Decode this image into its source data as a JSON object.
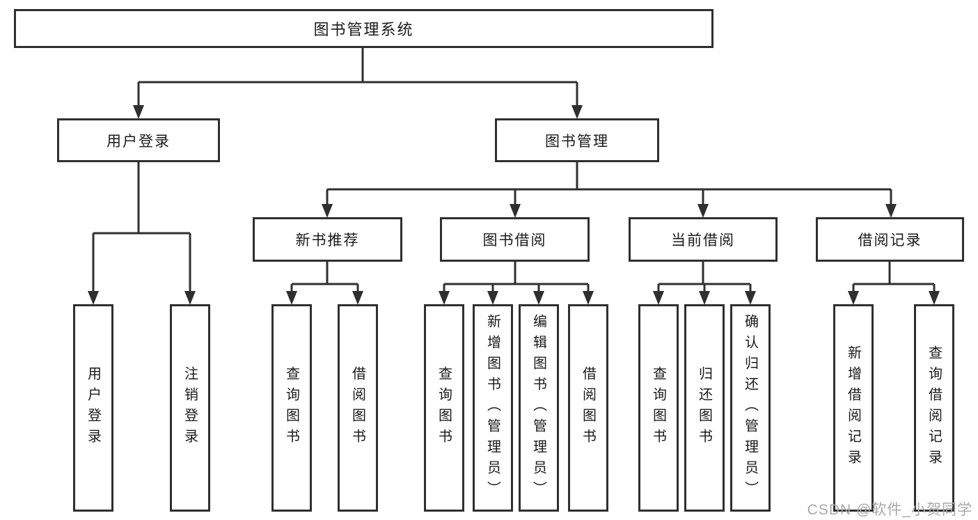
{
  "diagram": {
    "title": "图书管理系统",
    "branches": {
      "user_login": {
        "label": "用户登录",
        "children": [
          {
            "label": "用户登录"
          },
          {
            "label": "注销登录"
          }
        ]
      },
      "book_management": {
        "label": "图书管理",
        "sections": [
          {
            "label": "新书推荐",
            "children": [
              {
                "label": "查询图书"
              },
              {
                "label": "借阅图书"
              }
            ]
          },
          {
            "label": "图书借阅",
            "children": [
              {
                "label": "查询图书"
              },
              {
                "label": "新增图书（管理员）"
              },
              {
                "label": "编辑图书（管理员）"
              },
              {
                "label": "借阅图书"
              }
            ]
          },
          {
            "label": "当前借阅",
            "children": [
              {
                "label": "查询图书"
              },
              {
                "label": "归还图书"
              },
              {
                "label": "确认归还（管理员）"
              }
            ]
          },
          {
            "label": "借阅记录",
            "children": [
              {
                "label": "新增借阅记录"
              },
              {
                "label": "查询借阅记录"
              }
            ]
          }
        ]
      }
    }
  },
  "watermark": {
    "text": "CSDN @软件_小贺同学"
  },
  "colors": {
    "line": "#2f2f2f",
    "box_border": "#2f2f2f",
    "box_fill": "#ffffff",
    "text": "#1a1a1a",
    "watermark_text": "#a9a9a9",
    "background": "#ffffff"
  }
}
